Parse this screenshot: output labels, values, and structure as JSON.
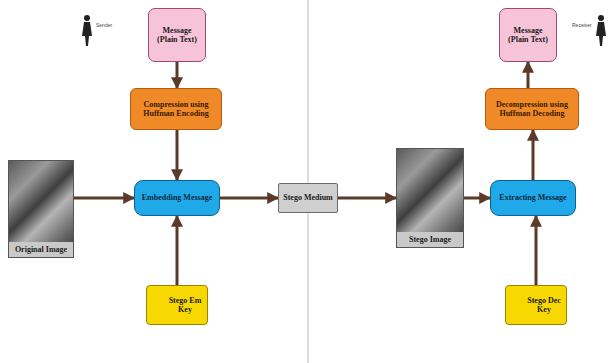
{
  "diagram": {
    "nodes": [
      {
        "text": [
          "Message (Plain Text)"
        ]
      },
      {
        "text": [
          "Compression using Huffman Encoding"
        ]
      },
      {
        "text": [
          "Embedding Message"
        ]
      },
      {
        "text": [
          "Original Image"
        ]
      },
      {
        "text": [
          "Stego Em Key"
        ]
      },
      {
        "text": [
          "Stego Medium"
        ]
      },
      {
        "text": [
          "Stego Image"
        ]
      },
      {
        "text": [
          "Extracting Message"
        ]
      },
      {
        "text": [
          "Decompression using Huffman Decoding"
        ]
      },
      {
        "text": [
          "Message (Plain Text)"
        ]
      },
      {
        "text": [
          "Stego Dec Key"
        ]
      }
    ],
    "edges": [
      {
        "from": 0,
        "to": 1,
        "arrow": "to"
      },
      {
        "from": 1,
        "to": 2,
        "arrow": "to"
      },
      {
        "from": 3,
        "to": 2,
        "arrow": "to"
      },
      {
        "from": 4,
        "to": 2,
        "arrow": "to"
      },
      {
        "from": 2,
        "to": 5,
        "arrow": "to"
      },
      {
        "from": 5,
        "to": 6,
        "arrow": "to"
      },
      {
        "from": 6,
        "to": 7,
        "arrow": "to"
      },
      {
        "from": 7,
        "to": 8,
        "arrow": "to"
      },
      {
        "from": 8,
        "to": 9,
        "arrow": "to"
      },
      {
        "from": 10,
        "to": 7,
        "arrow": "to"
      }
    ],
    "labels": [
      "Sender",
      "Receiver"
    ]
  }
}
